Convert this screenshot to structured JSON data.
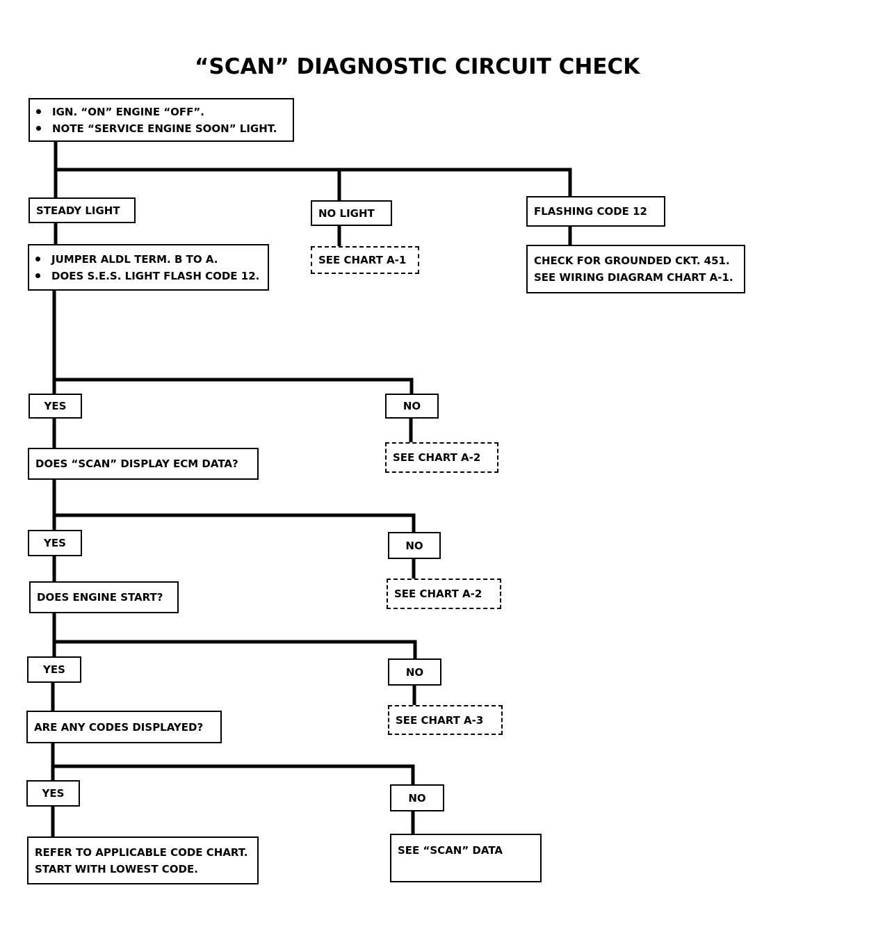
{
  "title": "“SCAN” DIAGNOSTIC CIRCUIT CHECK",
  "start": {
    "lines": [
      "IGN. “ON” ENGINE “OFF”.",
      "NOTE “SERVICE ENGINE SOON” LIGHT."
    ]
  },
  "steady_light": "STEADY LIGHT",
  "no_light": "NO LIGHT",
  "flashing_code": "FLASHING CODE 12",
  "jumper": {
    "lines": [
      "JUMPER ALDL TERM. B TO A.",
      "DOES S.E.S. LIGHT FLASH CODE 12."
    ]
  },
  "see_chart_a1": "SEE CHART A-1",
  "check_grounded": {
    "lines": [
      "CHECK FOR GROUNDED CKT. 451.",
      "SEE WIRING DIAGRAM CHART A-1."
    ]
  },
  "q1": {
    "yes": "YES",
    "no": "NO",
    "no_result": "SEE CHART A-2"
  },
  "scan_display": "DOES “SCAN” DISPLAY ECM DATA?",
  "q2": {
    "yes": "YES",
    "no": "NO",
    "no_result": "SEE CHART A-2"
  },
  "engine_start": "DOES ENGINE START?",
  "q3": {
    "yes": "YES",
    "no": "NO",
    "no_result": "SEE CHART A-3"
  },
  "codes_displayed": "ARE ANY CODES DISPLAYED?",
  "q4": {
    "yes": "YES",
    "no": "NO"
  },
  "refer_chart": {
    "lines": [
      "REFER TO APPLICABLE CODE CHART.",
      "START WITH LOWEST CODE."
    ]
  },
  "see_scan_data": "SEE “SCAN” DATA"
}
